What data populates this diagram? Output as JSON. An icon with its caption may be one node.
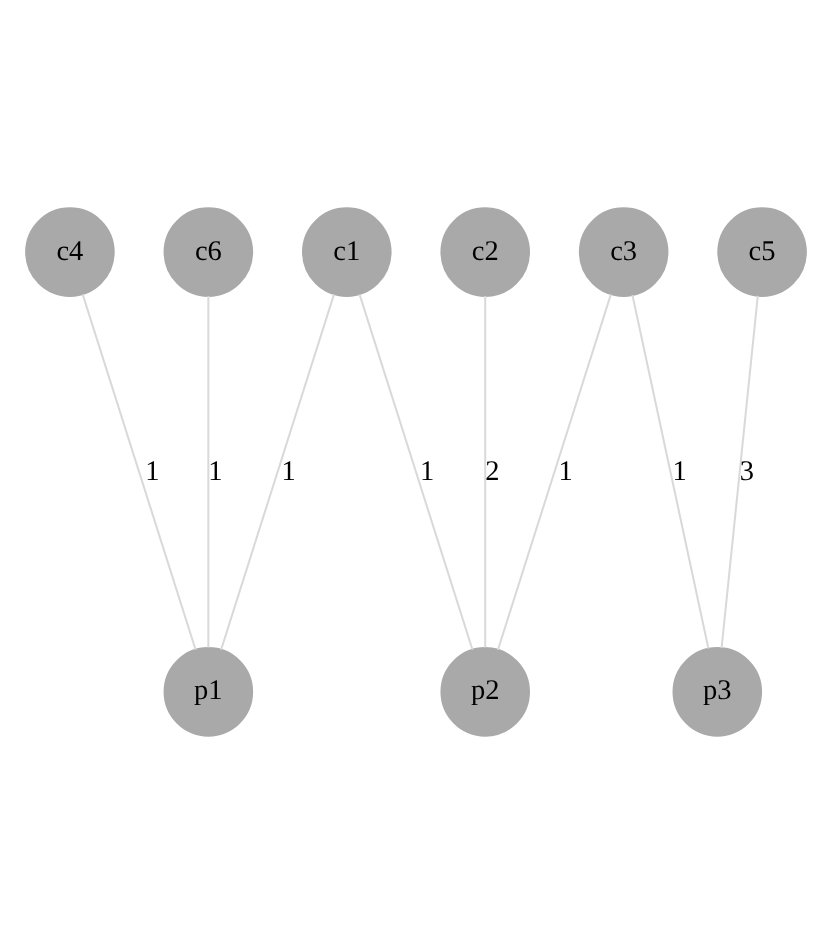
{
  "diagram": {
    "nodes": [
      {
        "text": [
          "c4"
        ]
      },
      {
        "text": [
          "c6"
        ]
      },
      {
        "text": [
          "c1"
        ]
      },
      {
        "text": [
          "c2"
        ]
      },
      {
        "text": [
          "c3"
        ]
      },
      {
        "text": [
          "c5"
        ]
      },
      {
        "text": [
          "p1"
        ]
      },
      {
        "text": [
          "p2"
        ]
      },
      {
        "text": [
          "p3"
        ]
      }
    ],
    "edges": [
      {
        "from": 0,
        "to": 6,
        "arrow": "none",
        "label": "1"
      },
      {
        "from": 1,
        "to": 6,
        "arrow": "none",
        "label": "1"
      },
      {
        "from": 2,
        "to": 6,
        "arrow": "none",
        "label": "1"
      },
      {
        "from": 2,
        "to": 7,
        "arrow": "none",
        "label": "1"
      },
      {
        "from": 3,
        "to": 7,
        "arrow": "none",
        "label": "2"
      },
      {
        "from": 4,
        "to": 7,
        "arrow": "none",
        "label": "1"
      },
      {
        "from": 4,
        "to": 8,
        "arrow": "none",
        "label": "1"
      },
      {
        "from": 5,
        "to": 8,
        "arrow": "none",
        "label": "3"
      }
    ]
  }
}
